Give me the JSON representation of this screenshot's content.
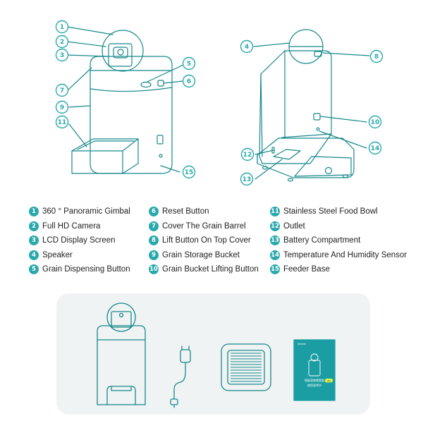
{
  "callouts": [
    {
      "num": "1"
    },
    {
      "num": "2"
    },
    {
      "num": "3"
    },
    {
      "num": "4"
    },
    {
      "num": "5"
    },
    {
      "num": "6"
    },
    {
      "num": "7"
    },
    {
      "num": "8"
    },
    {
      "num": "9"
    },
    {
      "num": "10"
    },
    {
      "num": "11"
    },
    {
      "num": "12"
    },
    {
      "num": "13"
    },
    {
      "num": "14"
    },
    {
      "num": "15"
    }
  ],
  "legend": [
    {
      "num": "1",
      "label": "360 ° Panoramic Gimbal"
    },
    {
      "num": "2",
      "label": "Full HD Camera"
    },
    {
      "num": "3",
      "label": "LCD Display Screen"
    },
    {
      "num": "4",
      "label": "Speaker"
    },
    {
      "num": "5",
      "label": "Grain Dispensing Button"
    },
    {
      "num": "6",
      "label": "Reset Button"
    },
    {
      "num": "7",
      "label": "Cover The Grain Barrel"
    },
    {
      "num": "8",
      "label": "Lift Button On Top Cover"
    },
    {
      "num": "9",
      "label": "Grain Storage Bucket"
    },
    {
      "num": "10",
      "label": "Grain Bucket Lifting Button"
    },
    {
      "num": "11",
      "label": "Stainless Steel Food Bowl"
    },
    {
      "num": "12",
      "label": "Outlet"
    },
    {
      "num": "13",
      "label": "Battery Compartment"
    },
    {
      "num": "14",
      "label": "Temperature And Humidity Sensor"
    },
    {
      "num": "15",
      "label": "Feeder Base"
    }
  ],
  "package": {
    "manual_brand": "Xiaomi",
    "manual_title": "智能宠物喂食器",
    "manual_badge": "4G",
    "manual_sub": "使用说明书"
  },
  "colors": {
    "accent": "#2aa9ad",
    "line": "#16888c",
    "panel": "#f0f3f3"
  }
}
